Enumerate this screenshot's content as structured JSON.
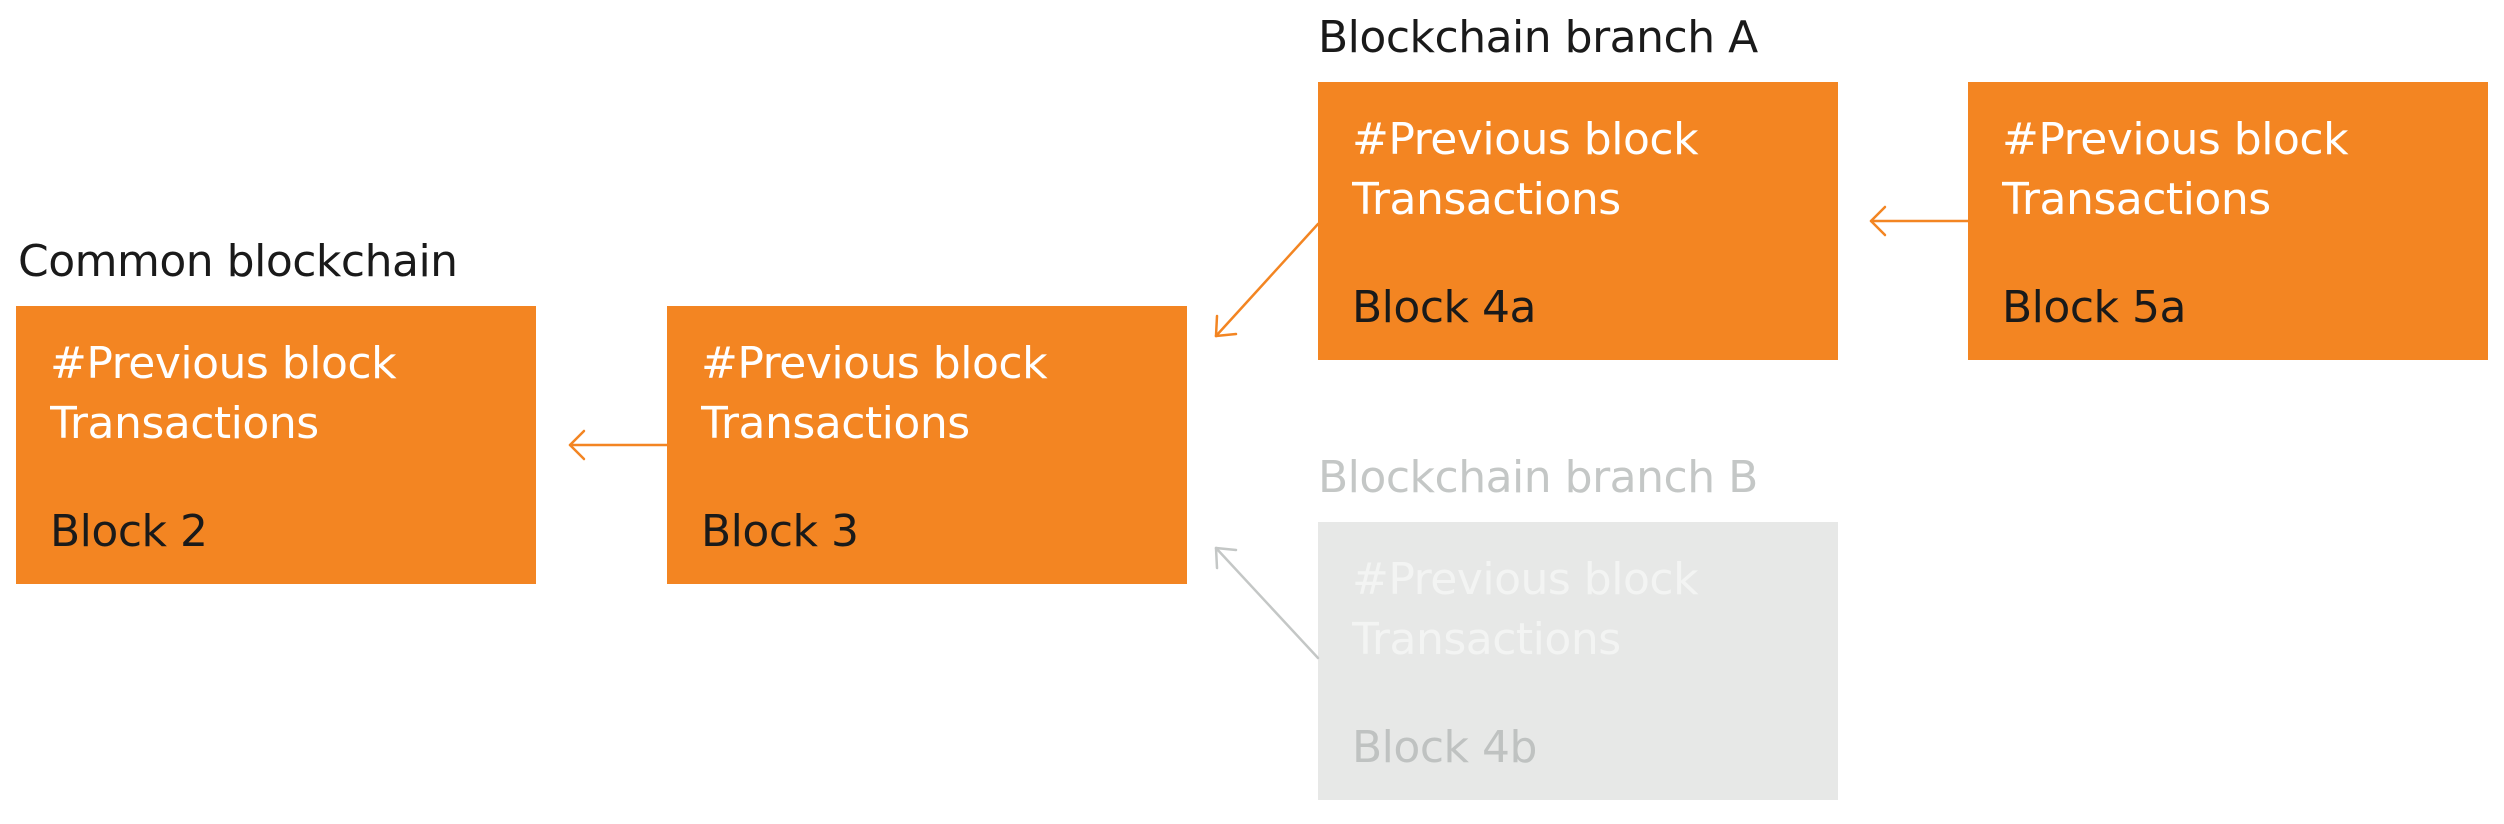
{
  "labels": {
    "common": "Common blockchain",
    "branch_a": "Blockchain branch A",
    "branch_b": "Blockchain branch B"
  },
  "blocks": [
    {
      "id": "block-2",
      "header1": "#Previous block",
      "header2": "Transactions",
      "name": "Block 2"
    },
    {
      "id": "block-3",
      "header1": "#Previous block",
      "header2": "Transactions",
      "name": "Block 3"
    },
    {
      "id": "block-4a",
      "header1": "#Previous block",
      "header2": "Transactions",
      "name": "Block 4a"
    },
    {
      "id": "block-5a",
      "header1": "#Previous block",
      "header2": "Transactions",
      "name": "Block 5a"
    },
    {
      "id": "block-4b",
      "header1": "#Previous block",
      "header2": "Transactions",
      "name": "Block 4b"
    }
  ],
  "links": [
    {
      "from": "block-3",
      "to": "block-2",
      "status": "active"
    },
    {
      "from": "block-4a",
      "to": "block-3",
      "status": "active"
    },
    {
      "from": "block-5a",
      "to": "block-4a",
      "status": "active"
    },
    {
      "from": "block-4b",
      "to": "block-3",
      "status": "orphaned"
    }
  ],
  "colors": {
    "active_block": "#f38522",
    "orphan_block": "#e7e8e7",
    "active_link": "#f38522",
    "orphan_link": "#c4c7c6"
  }
}
